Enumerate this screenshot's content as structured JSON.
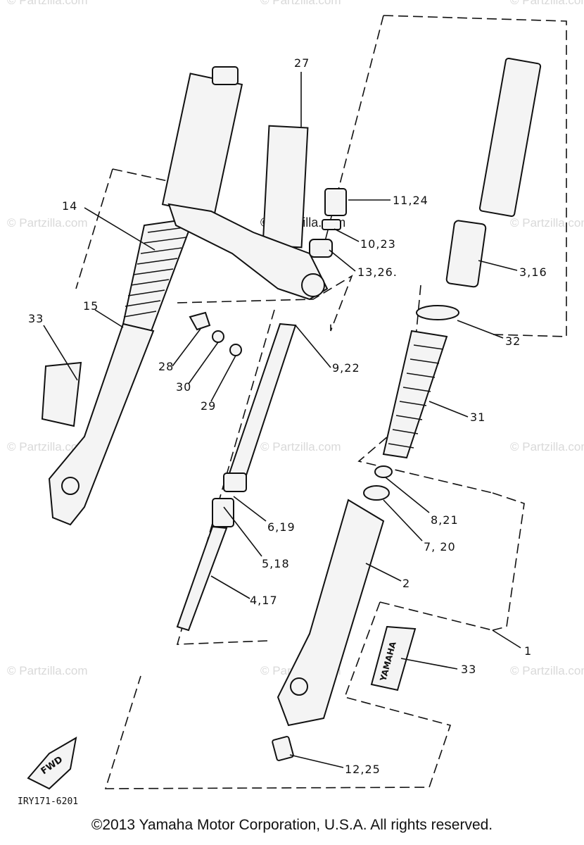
{
  "watermarks": {
    "site": "© Partzilla.com",
    "center": "© Partzilla.com"
  },
  "callouts": {
    "c27": "27",
    "c14": "14",
    "c15": "15",
    "c33_left": "33",
    "c11_24": "11,24",
    "c10_23": "10,23",
    "c13_26": "13,26.",
    "c3_16": "3,16",
    "c32": "32",
    "c9_22": "9,22",
    "c28": "28",
    "c30": "30",
    "c29": "29",
    "c31": "31",
    "c8_21": "8,21",
    "c7_20": "7, 20",
    "c6_19": "6,19",
    "c5_18": "5,18",
    "c4_17": "4,17",
    "c2": "2",
    "c1": "1",
    "c33_right": "33",
    "c12_25": "12,25"
  },
  "labels": {
    "fwd": "FWD",
    "brand": "YAMAHA",
    "drawing_code": "IRY171-6201"
  },
  "copyright": "©2013 Yamaha Motor Corporation, U.S.A. All rights reserved."
}
